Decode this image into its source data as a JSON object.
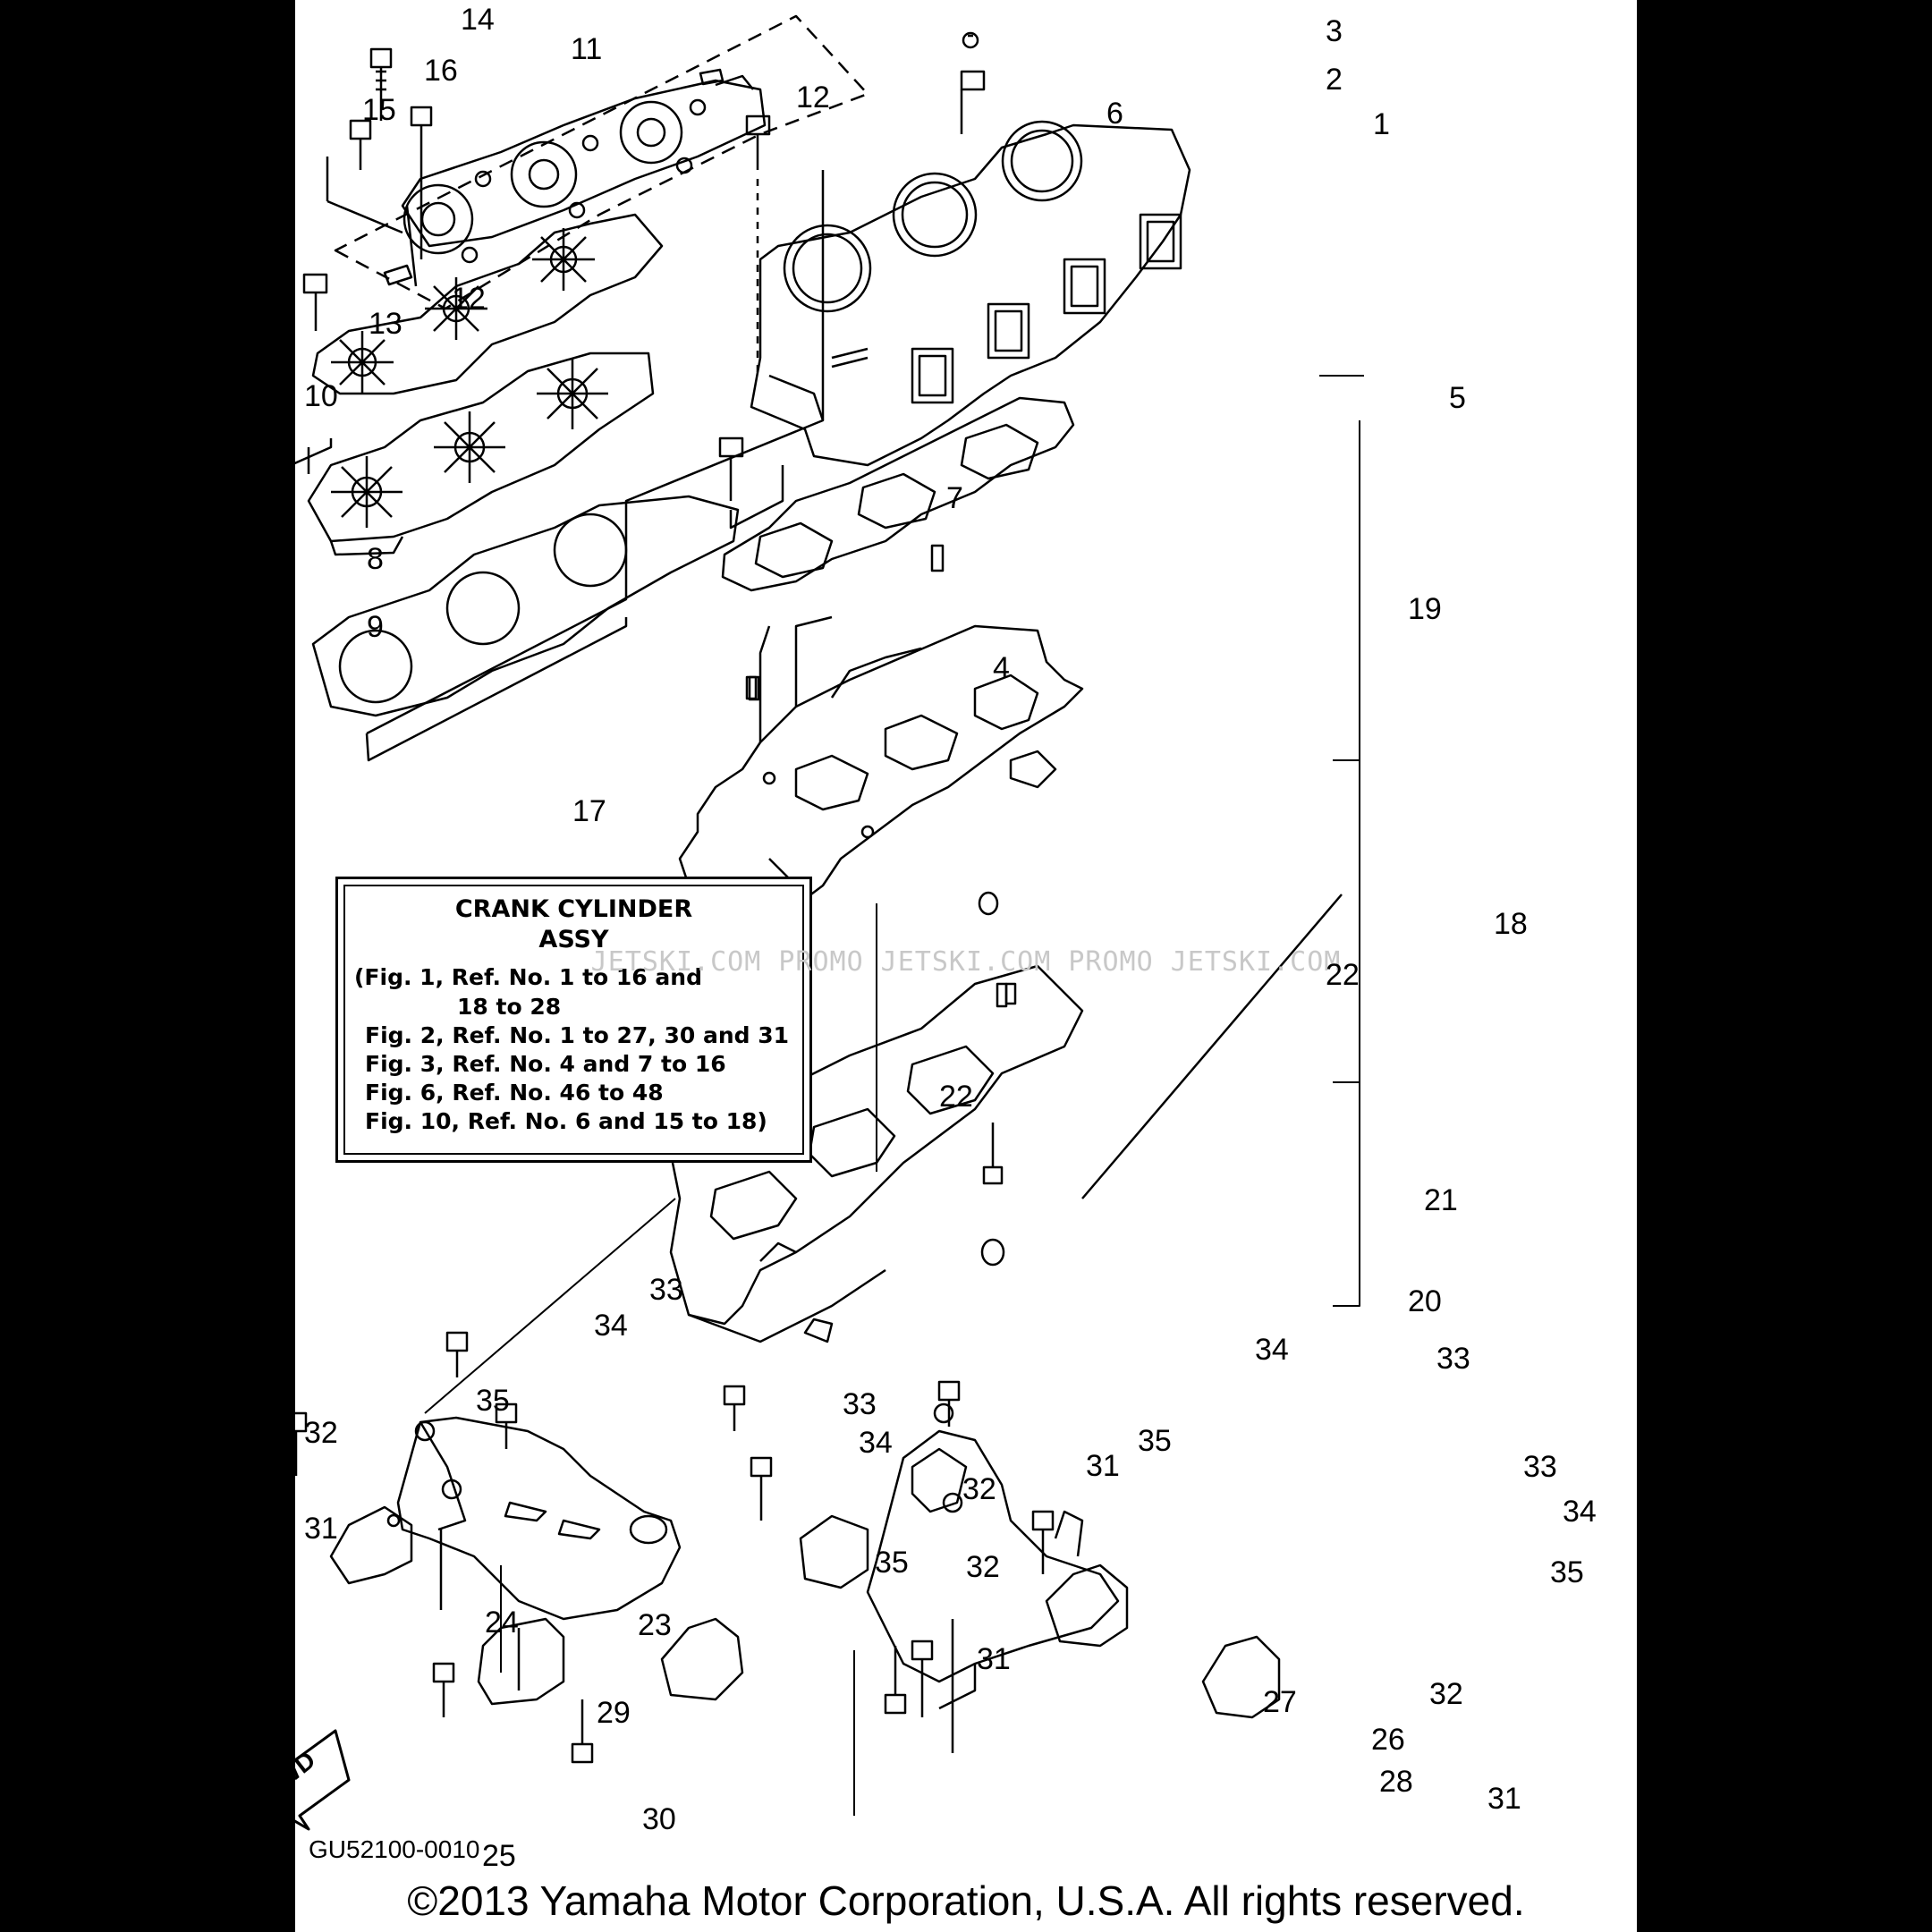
{
  "callouts": [
    "1",
    "2",
    "3",
    "4",
    "5",
    "6",
    "7",
    "8",
    "9",
    "10",
    "11",
    "12",
    "12",
    "13",
    "14",
    "15",
    "16",
    "17",
    "18",
    "19",
    "20",
    "21",
    "22",
    "22",
    "23",
    "24",
    "25",
    "26",
    "27",
    "28",
    "29",
    "30",
    "31",
    "31",
    "31",
    "31",
    "32",
    "32",
    "32",
    "32",
    "33",
    "33",
    "33",
    "33",
    "34",
    "34",
    "34",
    "34",
    "35",
    "35",
    "35",
    "35"
  ],
  "kit_box": {
    "title": "CRANK CYLINDER",
    "subtitle": "ASSY",
    "lines": [
      "(Fig. 1, Ref. No. 1 to 16 and",
      "18 to 28",
      "Fig. 2, Ref. No. 1 to 27, 30 and 31",
      "Fig. 3, Ref. No. 4 and 7 to 16",
      "Fig. 6, Ref. No. 46 to 48",
      "Fig. 10, Ref. No. 6 and 15 to 18)"
    ]
  },
  "watermark": "JETSKI.COM  PROMO JETSKI.COM  PROMO JETSKI.COM",
  "fwd_label": "FWD",
  "diagram_code": "GU52100-0010",
  "copyright": "©2013 Yamaha Motor Corporation, U.S.A. All rights reserved."
}
